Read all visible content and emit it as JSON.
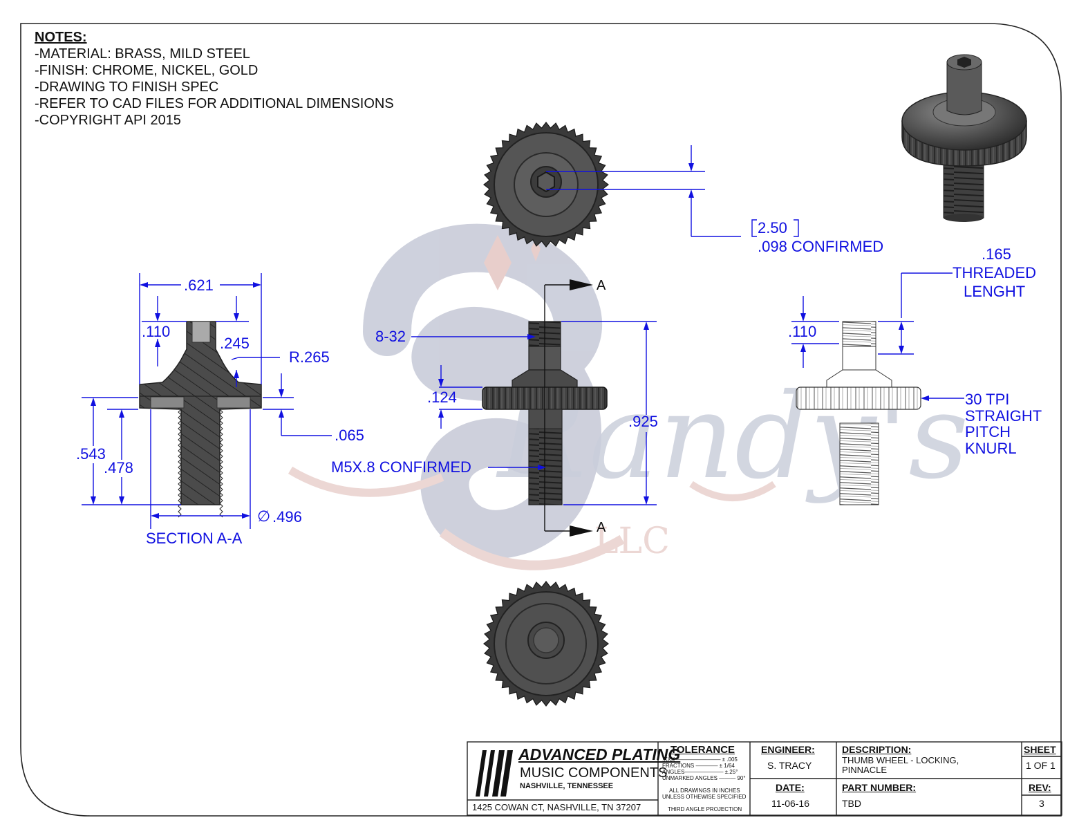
{
  "notes": {
    "heading": "NOTES:",
    "lines": [
      "-MATERIAL: BRASS, MILD STEEL",
      "-FINISH:  CHROME, NICKEL, GOLD",
      "-DRAWING TO FINISH SPEC",
      "-REFER TO CAD FILES FOR ADDITIONAL DIMENSIONS",
      "-COPYRIGHT API 2015"
    ]
  },
  "top_view": {
    "dim_bracket": "2.50",
    "dim_value": ".098   CONFIRMED"
  },
  "section_view": {
    "width": ".621",
    "top_depth": ".110",
    "shoulder": ".245",
    "radius": "R.265",
    "flange_thk": ".065",
    "height_outer": ".543",
    "height_inner": ".478",
    "diameter_symbol": "∅",
    "diameter": ".496",
    "title": "SECTION A-A"
  },
  "front_view": {
    "section_marker_top": "A",
    "section_marker_bottom": "A",
    "thread_top": "8-32",
    "wheel_thk": ".124",
    "overall_height": ".925",
    "thread_bottom": "M5X.8 CONFIRMED"
  },
  "side_view": {
    "threaded_value": ".165",
    "threaded_label_1": "THREADED",
    "threaded_label_2": "LENGHT",
    "top_depth": ".110",
    "knurl_1": "30 TPI",
    "knurl_2": "STRAIGHT",
    "knurl_3": "PITCH",
    "knurl_4": "KNURL"
  },
  "title_block": {
    "company_line1": "ADVANCED PLATING",
    "company_line2": "MUSIC COMPONENTS",
    "company_line3": "NASHVILLE, TENNESSEE",
    "address": "1425 COWAN CT, NASHVILLE, TN 37207",
    "tolerance_heading": "TOLERANCE",
    "tolerance_lines": [
      ".XXX ———————— ± .005",
      "FRACTIONS ———— ± 1/64",
      "ANGLES——————— ±.25°",
      "UNMARKED ANGLES ——— 90°"
    ],
    "tolerance_note1": "ALL DRAWINGS IN INCHES",
    "tolerance_note2": "UNLESS OTHEWISE SPECIFIED",
    "projection": "THIRD ANGLE PROJECTION",
    "engineer_heading": "ENGINEER:",
    "engineer": "S. TRACY",
    "date_heading": "DATE:",
    "date": "11-06-16",
    "description_heading": "DESCRIPTION:",
    "description_1": "THUMB WHEEL - LOCKING,",
    "description_2": "PINNACLE",
    "part_heading": "PART NUMBER:",
    "part_number": "TBD",
    "sheet_heading": "SHEET",
    "sheet": "1 OF 1",
    "rev_heading": "REV:",
    "rev": "3"
  },
  "watermark": {
    "script_text": "Randy's",
    "suffix": "LLC"
  },
  "colors": {
    "dimension": "#1010e0",
    "part_fill": "#4a4a4a",
    "part_dark": "#2e2e2e",
    "watermark_blue": "#c5c9d8",
    "watermark_red": "#e8c9c6"
  }
}
